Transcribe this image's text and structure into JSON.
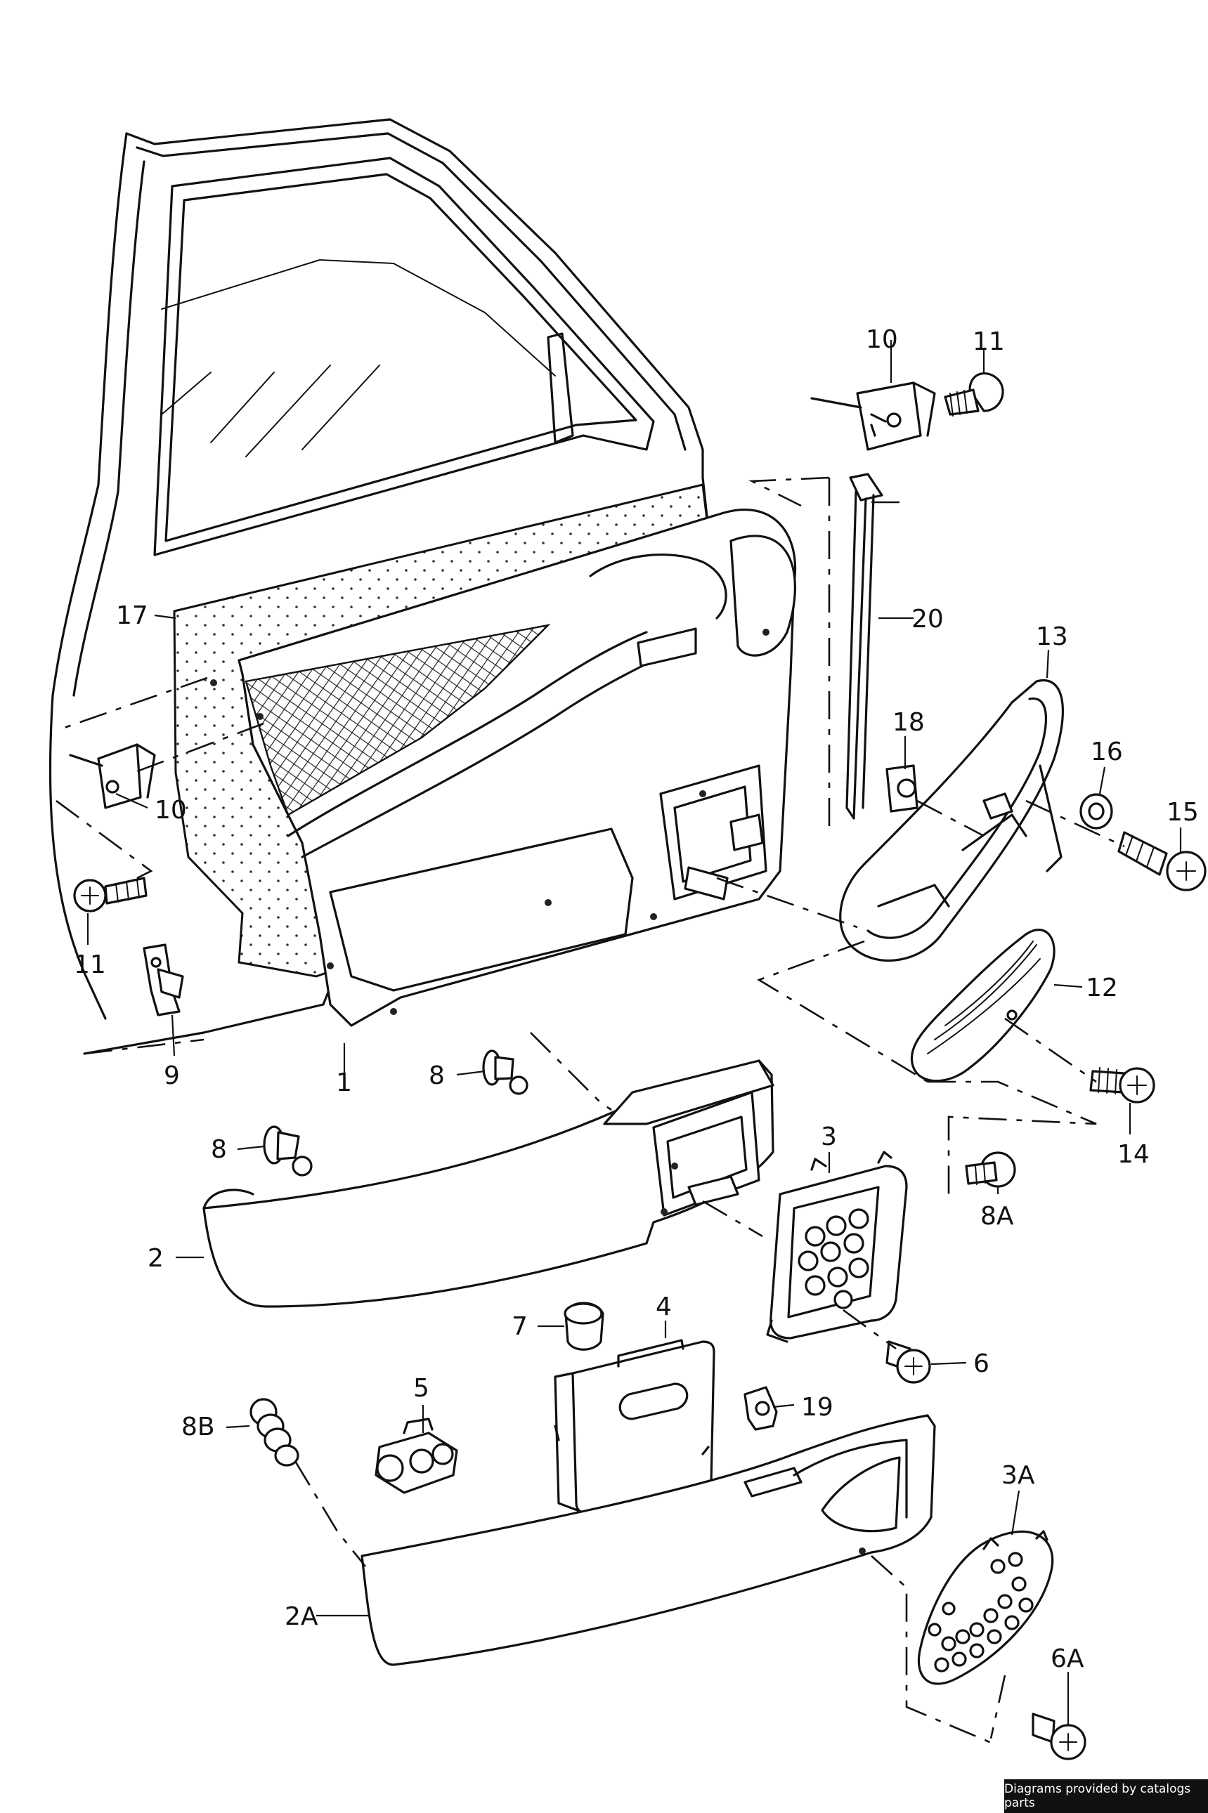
{
  "labels": {
    "p1": "1",
    "p2": "2",
    "p2A": "2A",
    "p3": "3",
    "p3A": "3A",
    "p4": "4",
    "p5": "5",
    "p6": "6",
    "p6A": "6A",
    "p7": "7",
    "p8_top": "8",
    "p8_mid": "8",
    "p8A": "8A",
    "p8B": "8B",
    "p9": "9",
    "p10_top": "10",
    "p10_left": "10",
    "p11_top": "11",
    "p11_left": "11",
    "p12": "12",
    "p13": "13",
    "p14": "14",
    "p15": "15",
    "p16": "16",
    "p17": "17",
    "p18": "18",
    "p19": "19",
    "p20": "20"
  },
  "credit": "Diagrams provided by catalogs parts"
}
